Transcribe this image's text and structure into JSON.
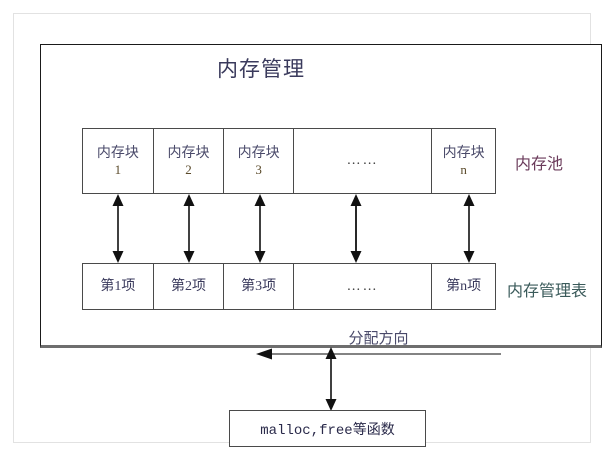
{
  "diagram": {
    "title": "内存管理",
    "pool_row": {
      "name": "内存池",
      "cells": [
        {
          "line1": "内存块",
          "line2": "1"
        },
        {
          "line1": "内存块",
          "line2": "2"
        },
        {
          "line1": "内存块",
          "line2": "3"
        },
        {
          "line1": "……",
          "line2": ""
        },
        {
          "line1": "内存块",
          "line2": "n"
        }
      ]
    },
    "table_row": {
      "name": "内存管理表",
      "cells": [
        {
          "label": "第1项"
        },
        {
          "label": "第2项"
        },
        {
          "label": "第3项"
        },
        {
          "label": "……"
        },
        {
          "label": "第n项"
        }
      ]
    },
    "allocation": {
      "label": "分配方向",
      "direction": "left"
    },
    "function_box": {
      "label": "malloc,free等函数"
    },
    "connectors": {
      "count": 5,
      "style": "double-headed-vertical",
      "function_link": "double-headed-vertical"
    },
    "colors": {
      "border": "#4a4a4a",
      "container_border": "#1a1a1a",
      "container_bottom": "#6e6e6e",
      "title_text": "#3a3a5c",
      "pool_label": "#6a3a5a",
      "table_label": "#3a5a5a",
      "arrow": "#111111",
      "alloc_arrow": "#5a5a5a",
      "page_bg": "#ffffff",
      "page_border": "#e2e2e2"
    }
  }
}
